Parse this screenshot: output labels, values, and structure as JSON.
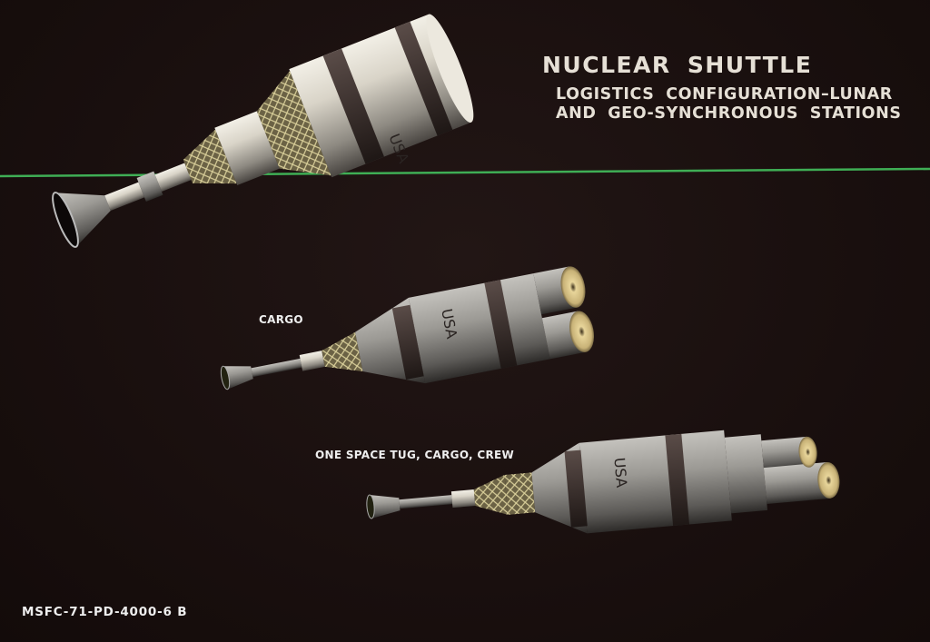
{
  "header": {
    "title": "NUCLEAR SHUTTLE",
    "subtitle_line1": "LOGISTICS CONFIGURATION–LUNAR",
    "subtitle_line2": "AND GEO-SYNCHRONOUS STATIONS"
  },
  "labels": {
    "cargo": "CARGO",
    "crew": "ONE SPACE TUG, CARGO, CREW"
  },
  "document_id": "MSFC-71-PD-4000-6 B",
  "vehicle_marking": "USA",
  "colors": {
    "background": "#1a1110",
    "divider_line": "#3fae55",
    "text": "#e6e0d6"
  }
}
